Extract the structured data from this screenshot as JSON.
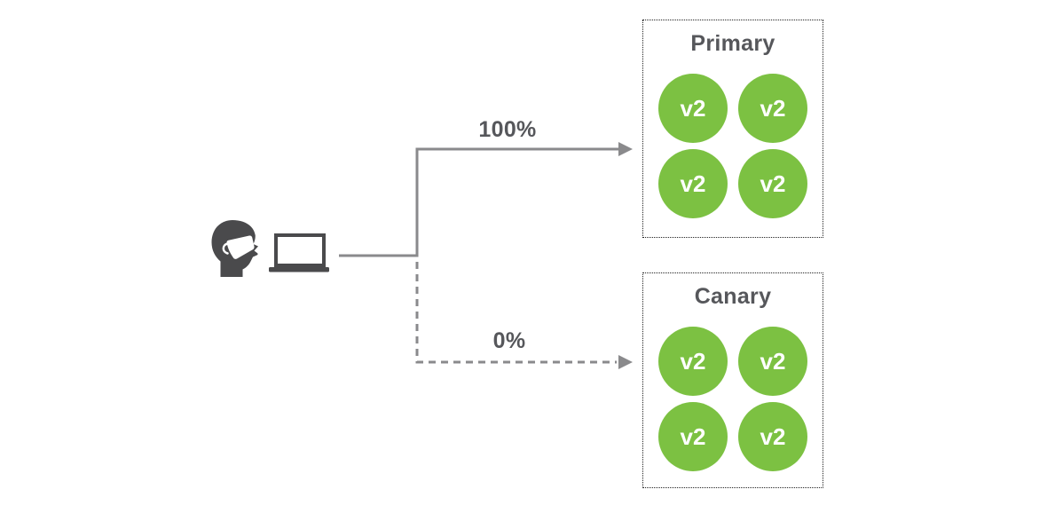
{
  "diagram": {
    "client": {
      "person_icon": "masked-user-icon",
      "device_icon": "laptop-icon"
    },
    "routes": [
      {
        "label": "100%",
        "style": "solid",
        "target": "Primary"
      },
      {
        "label": "0%",
        "style": "dashed",
        "target": "Canary"
      }
    ],
    "groups": [
      {
        "title": "Primary",
        "instances": [
          "v2",
          "v2",
          "v2",
          "v2"
        ]
      },
      {
        "title": "Canary",
        "instances": [
          "v2",
          "v2",
          "v2",
          "v2"
        ]
      }
    ],
    "colors": {
      "instance_green": "#7cc142",
      "line_gray": "#8a8a8c",
      "icon_gray": "#4a4a4c",
      "label_gray": "#56575b"
    }
  }
}
